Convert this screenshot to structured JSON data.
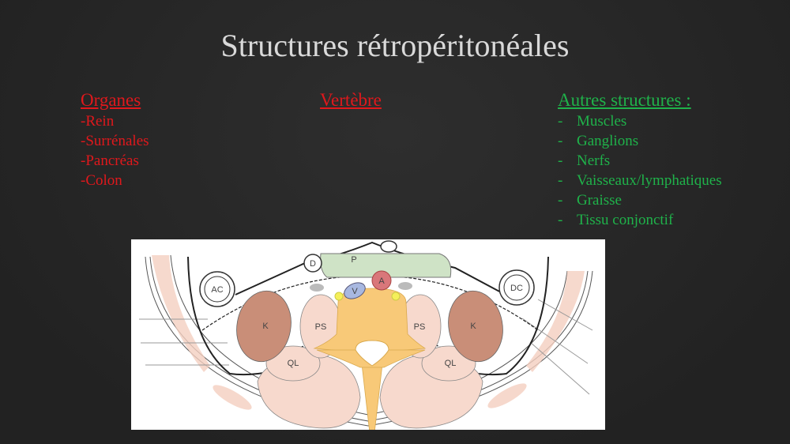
{
  "title": "Structures rétropéritonéales",
  "organes": {
    "heading": "Organes",
    "items": [
      "-Rein",
      "-Surrénales",
      "-Pancréas",
      "-Colon"
    ]
  },
  "vertebre": {
    "heading": "Vertèbre"
  },
  "autres": {
    "heading": "Autres structures :",
    "dash": "-",
    "items": [
      "Muscles",
      "Ganglions",
      "Nerfs",
      "Vaisseaux/lymphatiques",
      "Graisse",
      "Tissu conjonctif"
    ]
  },
  "diagram": {
    "labels": {
      "pancreas": "P",
      "duodenum": "D",
      "aorta": "A",
      "vein": "V",
      "ascending_colon": "AC",
      "descending_colon": "DC",
      "kidney": "K",
      "psoas": "PS",
      "quadratus": "QL"
    }
  },
  "colors": {
    "organs": "#e0181c",
    "others": "#1fb24a",
    "title": "#d9d9d9"
  }
}
